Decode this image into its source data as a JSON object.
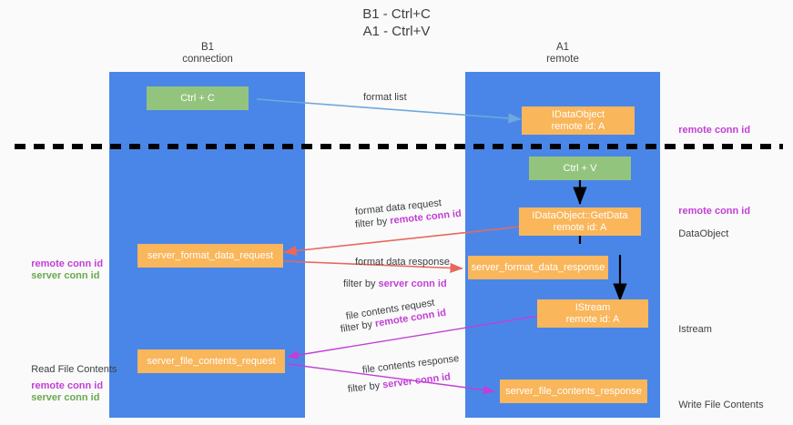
{
  "title": "B1 - Ctrl+C\nA1 - Ctrl+V",
  "lanes": [
    {
      "name": "B1",
      "sub": "connection"
    },
    {
      "name": "A1",
      "sub": "remote"
    }
  ],
  "nodes": {
    "ctrl_c": "Ctrl + C",
    "ctrl_v": "Ctrl + V",
    "idataobject_l1": "IDataObject",
    "idataobject_l2": "remote id: A",
    "getdata_l1": "IDataObject::GetData",
    "getdata_l2": "remote id: A",
    "istream_l1": "IStream",
    "istream_l2": "remote id: A",
    "server_format_data_request": "server_format_data_request",
    "server_format_data_response": "server_format_data_response",
    "server_file_contents_request": "server_file_contents_request",
    "server_file_contents_response": "server_file_contents_response"
  },
  "edge_labels": {
    "format_list": "format list",
    "format_data_request": "format data request",
    "format_data_request_filter_pre": "filter by ",
    "format_data_request_filter_key": "remote conn id",
    "format_data_response": "format data response",
    "format_data_response_filter_pre": "filter by ",
    "format_data_response_filter_key": "server conn id",
    "file_contents_request": "file contents request",
    "file_contents_request_filter_pre": "filter by ",
    "file_contents_request_filter_key": "remote conn id",
    "file_contents_response": "file contents response",
    "file_contents_response_filter_pre": "filter by ",
    "file_contents_response_filter_key": "server conn id"
  },
  "annotations": {
    "right_remote_conn_id_top": "remote conn id",
    "right_remote_conn_id_mid": "remote conn id",
    "right_dataobject": "DataObject",
    "right_istream": "Istream",
    "right_write_file_contents": "Write File Contents",
    "left_remote_conn_id_mid": "remote conn id",
    "left_server_conn_id_mid": "server conn id",
    "left_read_file_contents": "Read File Contents",
    "left_remote_conn_id_bottom": "remote conn id",
    "left_server_conn_id_bottom": "server conn id"
  },
  "colors": {
    "lane": "#4a86e8",
    "node_green": "#93c47d",
    "node_orange": "#f9b65b",
    "arrow_blue": "#6fa8dc",
    "arrow_black": "#000000",
    "arrow_red": "#e8685e",
    "arrow_magenta": "#c23fd6",
    "divider": "#000000",
    "key_purple": "#c23fd6",
    "key_green": "#6aa84f",
    "background": "#fafafa"
  }
}
